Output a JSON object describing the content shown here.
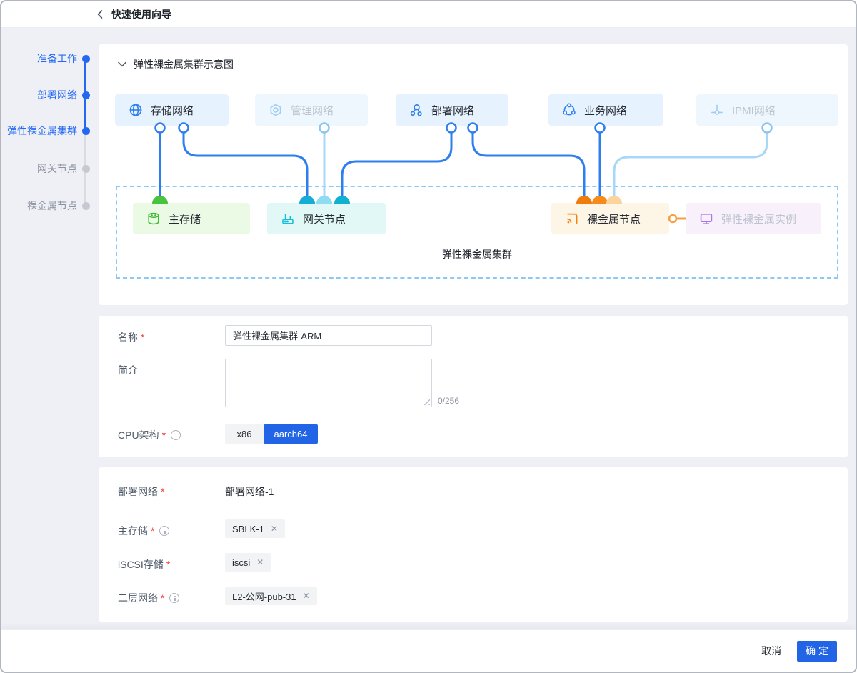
{
  "window": {
    "title": "快速使用向导"
  },
  "wizard_steps": [
    {
      "label": "准备工作",
      "status": "done"
    },
    {
      "label": "部署网络",
      "status": "done"
    },
    {
      "label": "弹性裸金属集群",
      "status": "current"
    },
    {
      "label": "网关节点",
      "status": "pending"
    },
    {
      "label": "裸金属节点",
      "status": "pending"
    }
  ],
  "diagram": {
    "section_title": "弹性裸金属集群示意图",
    "cluster_label": "弹性裸金属集群",
    "top_nodes": [
      {
        "label": "存储网络",
        "icon": "globe-icon",
        "muted": false
      },
      {
        "label": "管理网络",
        "icon": "hex-gear-icon",
        "muted": true
      },
      {
        "label": "部署网络",
        "icon": "cluster-nodes-icon",
        "muted": false
      },
      {
        "label": "业务网络",
        "icon": "ring-network-icon",
        "muted": false
      },
      {
        "label": "IPMI网络",
        "icon": "probe-icon",
        "muted": true
      }
    ],
    "bottom_nodes": [
      {
        "label": "主存储",
        "icon": "database-icon",
        "theme": "green"
      },
      {
        "label": "网关节点",
        "icon": "router-icon",
        "theme": "cyan"
      },
      {
        "label": "裸金属节点",
        "icon": "rss-icon",
        "theme": "orange"
      },
      {
        "label": "弹性裸金属实例",
        "icon": "monitor-icon",
        "theme": "purple"
      }
    ]
  },
  "basic_form": {
    "name": {
      "label": "名称",
      "required": "*",
      "value": "弹性裸金属集群-ARM"
    },
    "desc": {
      "label": "简介",
      "value": "",
      "counter": "0/256"
    },
    "cpu": {
      "label": "CPU架构",
      "required": "*",
      "options": [
        {
          "label": "x86"
        },
        {
          "label": "aarch64"
        }
      ],
      "selected": "aarch64"
    }
  },
  "network_form": {
    "deploy_network": {
      "label": "部署网络",
      "required": "*",
      "value": "部署网络-1"
    },
    "primary_storage": {
      "label": "主存储",
      "required": "*",
      "tag": "SBLK-1"
    },
    "iscsi_storage": {
      "label": "iSCSI存储",
      "required": "*",
      "tag": "iscsi"
    },
    "l2_network": {
      "label": "二层网络",
      "required": "*",
      "tag": "L2-公网-pub-31"
    }
  },
  "footer": {
    "cancel_label": "取消",
    "confirm_label": "确 定"
  },
  "icons": {
    "close": "✕"
  },
  "colors": {
    "primary": "#2468f2",
    "confirm_blue": "#2264e6",
    "wire_blue": "#2e7fed",
    "wire_light_blue": "#a8d8f8",
    "green": "#3fbf36",
    "cyan": "#16bede",
    "orange": "#f5820d",
    "purple": "#ab75ec",
    "node_bg_active": "#e6f2fd",
    "node_bg_muted": "#eef7fe",
    "dashed_border": "#8cc9f6",
    "required_red": "#f53f3f"
  }
}
